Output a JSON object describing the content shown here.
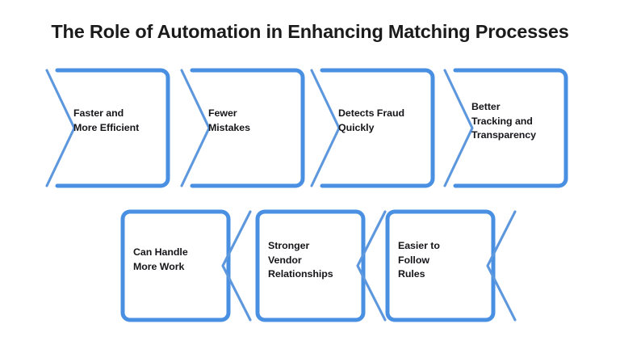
{
  "page": {
    "title": "The Role of Automation in Enhancing Matching Processes",
    "background_color": "#ffffff",
    "accent_color": "#4a90e2",
    "chevron_color": "#5d97dd",
    "text_color": "#16161a"
  },
  "rows": [
    {
      "id": "row-1",
      "chevron_direction": "right",
      "cards": [
        {
          "id": "card-faster-more-efficient",
          "label": "Faster and\nMore Efficient"
        },
        {
          "id": "card-fewer-mistakes",
          "label": "Fewer\nMistakes"
        },
        {
          "id": "card-detects-fraud-quickly",
          "label": "Detects Fraud\nQuickly"
        },
        {
          "id": "card-better-tracking-transparency",
          "label": "Better\nTracking and\nTransparency"
        }
      ]
    },
    {
      "id": "row-2",
      "chevron_direction": "left",
      "cards": [
        {
          "id": "card-can-handle-more-work",
          "label": "Can Handle\nMore Work"
        },
        {
          "id": "card-stronger-vendor-relationships",
          "label": "Stronger\nVendor\nRelationships"
        },
        {
          "id": "card-easier-to-follow-rules",
          "label": "Easier to\nFollow\nRules"
        }
      ]
    }
  ]
}
